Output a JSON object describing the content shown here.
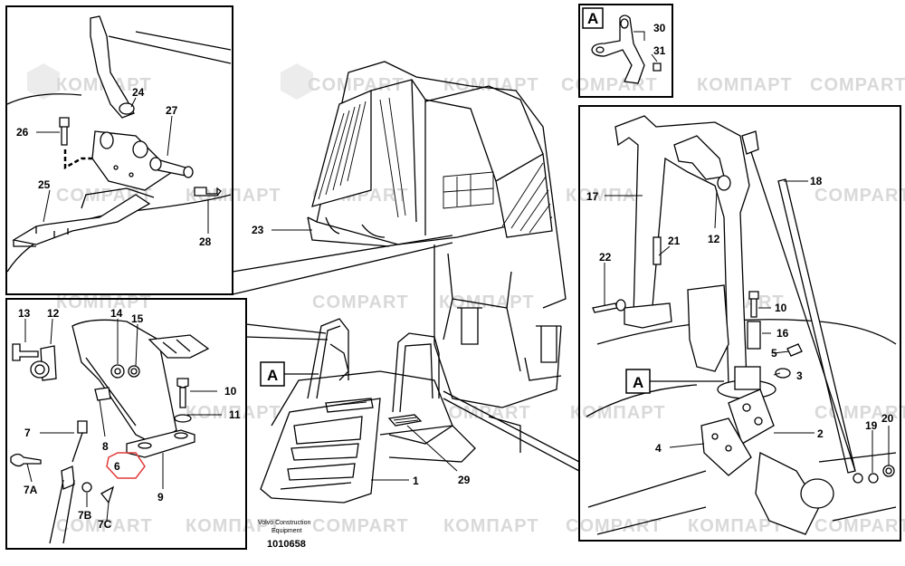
{
  "watermark": "КОМПАРТ",
  "watermark_alt": "COMPART",
  "caption": {
    "company_line1": "Volvo Construction",
    "company_line2": "Equipment",
    "drawing_number": "1010658"
  },
  "detail_tag": "A",
  "part_numbers": {
    "p1": "1",
    "p2": "2",
    "p3": "3",
    "p4": "4",
    "p5": "5",
    "p6": "6",
    "p7": "7",
    "p7a": "7A",
    "p7b": "7B",
    "p7c": "7C",
    "p8": "8",
    "p9": "9",
    "p10": "10",
    "p11": "11",
    "p12": "12",
    "p13": "13",
    "p14": "14",
    "p15": "15",
    "p16": "16",
    "p17": "17",
    "p18": "18",
    "p19": "19",
    "p20": "20",
    "p21": "21",
    "p22": "22",
    "p23": "23",
    "p24": "24",
    "p25": "25",
    "p26": "26",
    "p27": "27",
    "p28": "28",
    "p29": "29",
    "p30": "30",
    "p31": "31"
  },
  "colors": {
    "line": "#000000",
    "watermark": "#d9d9d9",
    "highlight": "#e23b3b"
  }
}
